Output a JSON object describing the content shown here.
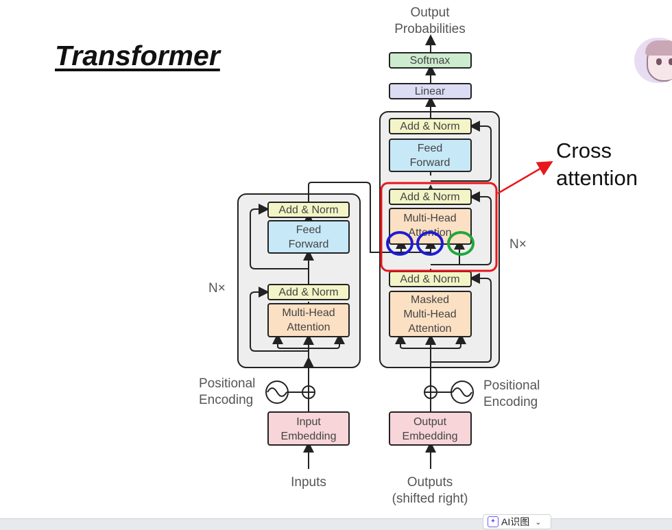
{
  "slide": {
    "title": "Transformer"
  },
  "diagram": {
    "output_probabilities": [
      "Output",
      "Probabilities"
    ],
    "softmax": "Softmax",
    "linear": "Linear",
    "decoder": {
      "add_norm_top": "Add & Norm",
      "feed_forward": [
        "Feed",
        "Forward"
      ],
      "add_norm_cross": "Add & Norm",
      "cross_attention": [
        "Multi-Head",
        "Attention"
      ],
      "add_norm_masked": "Add & Norm",
      "masked_attention": [
        "Masked",
        "Multi-Head",
        "Attention"
      ],
      "repeat_label": "N×"
    },
    "encoder": {
      "add_norm_top": "Add & Norm",
      "feed_forward": [
        "Feed",
        "Forward"
      ],
      "add_norm_attention": "Add & Norm",
      "attention": [
        "Multi-Head",
        "Attention"
      ],
      "repeat_label": "N×"
    },
    "input_embedding": [
      "Input",
      "Embedding"
    ],
    "output_embedding": [
      "Output",
      "Embedding"
    ],
    "positional_encoding_left": [
      "Positional",
      "Encoding"
    ],
    "positional_encoding_right": [
      "Positional",
      "Encoding"
    ],
    "inputs": "Inputs",
    "outputs": [
      "Outputs",
      "(shifted right)"
    ]
  },
  "annotation": {
    "callout": [
      "Cross",
      "attention"
    ],
    "colors": {
      "highlight_box": "#e8161b",
      "key_value_circles": "#1b1bd6",
      "query_circle": "#1ea83a"
    }
  },
  "toolbar": {
    "ai_button": "AI识图"
  },
  "colors": {
    "add_norm": "#f3f5c6",
    "feed_forward": "#c7e8f7",
    "attention": "#fbe0c3",
    "embedding": "#f7d5d9",
    "softmax": "#cdeccf",
    "linear": "#dcdcf4",
    "stack_background": "#eeeeee"
  }
}
